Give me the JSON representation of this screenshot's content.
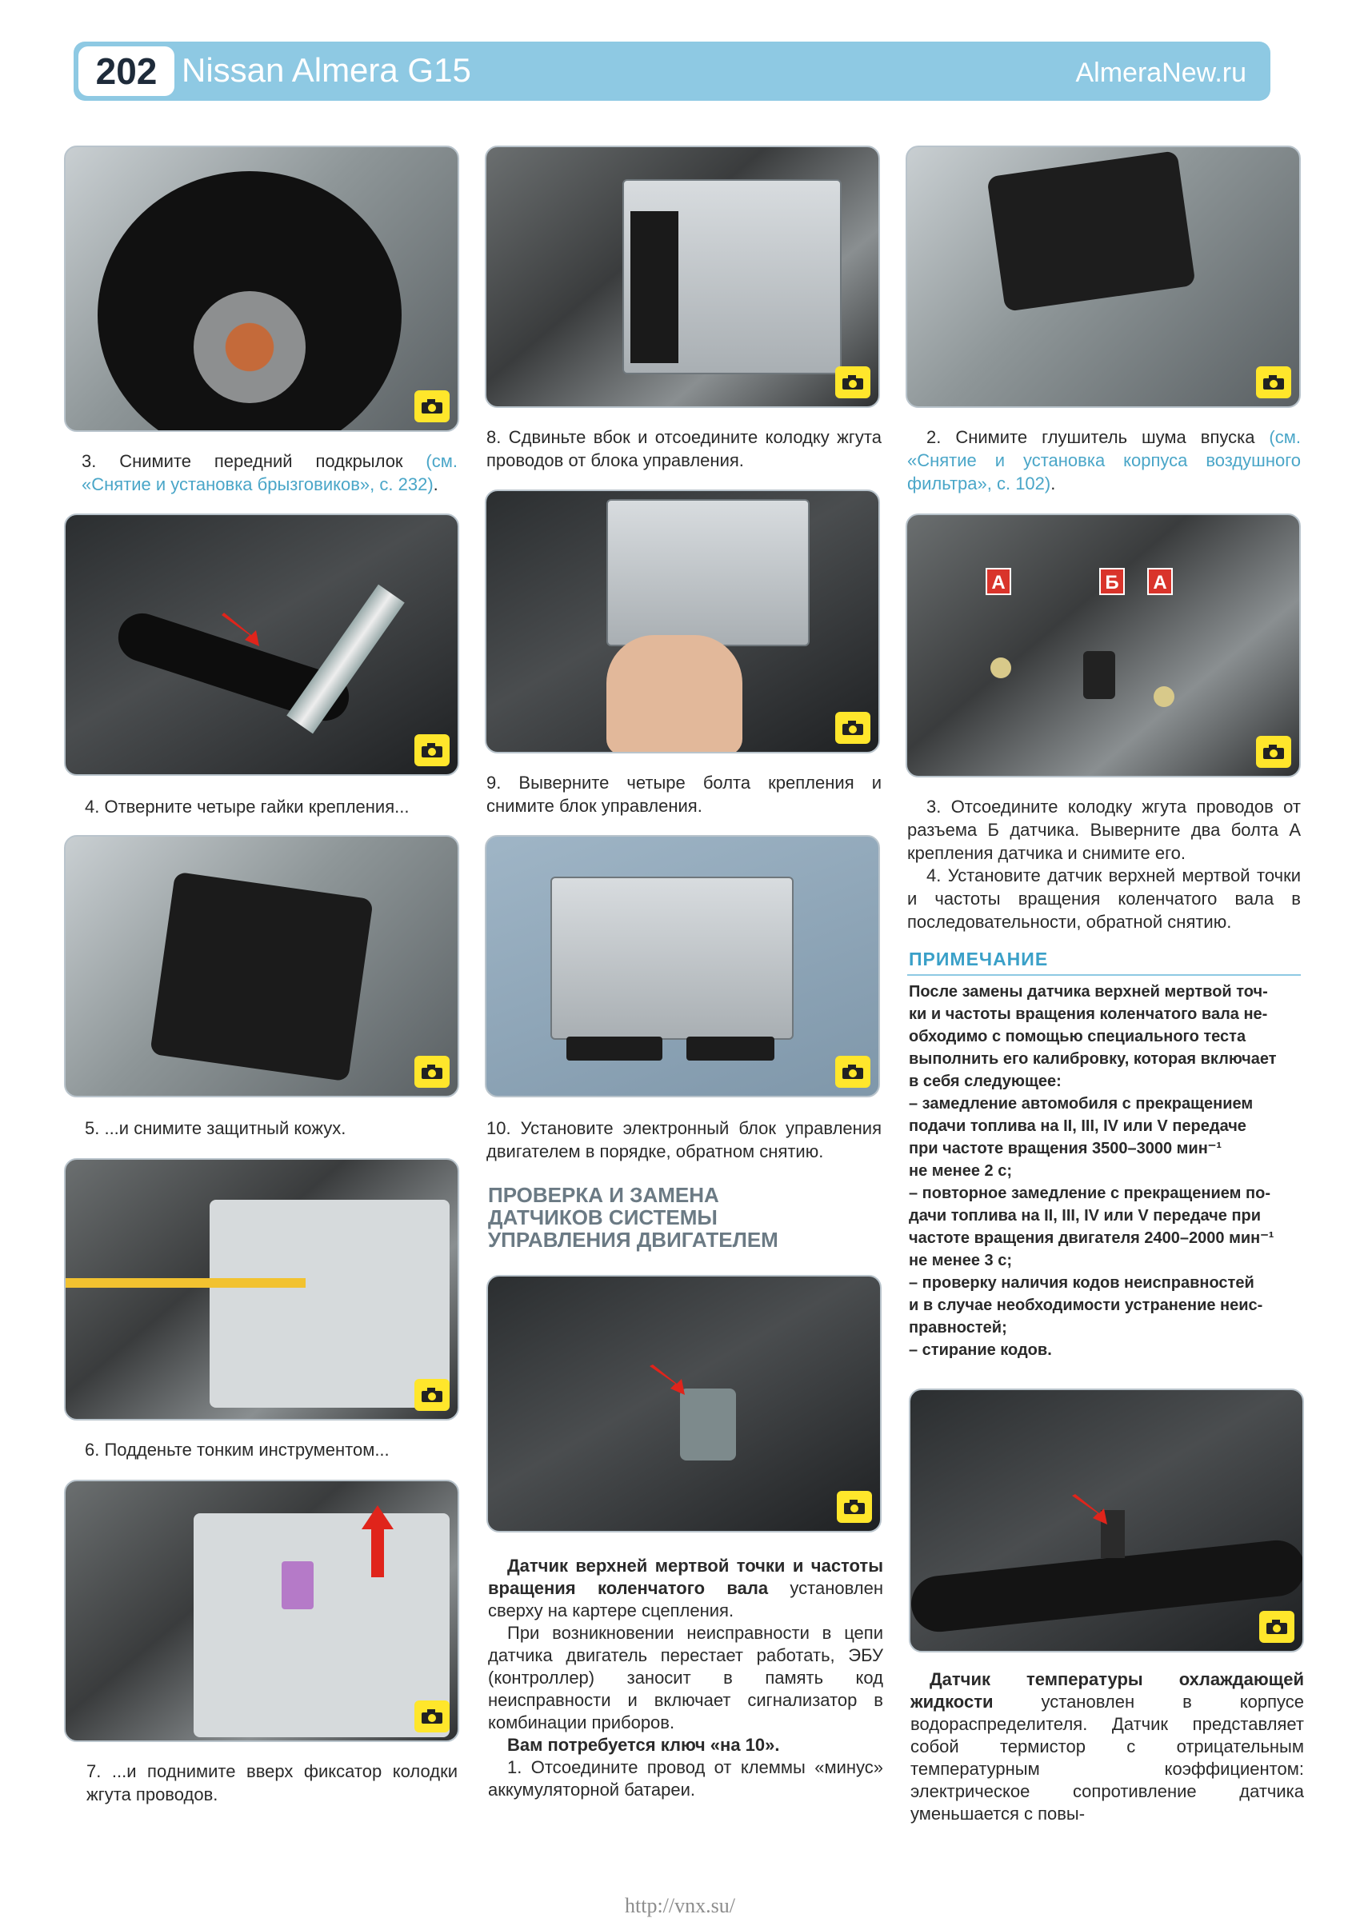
{
  "header": {
    "page_number": "202",
    "book_title": "Nissan Almera G15",
    "site": "AlmeraNew.ru"
  },
  "captions": {
    "c3": {
      "text": "3. Снимите передний подкрылок ",
      "ref": "(см. «Снятие и установка брызговиков», с. 232)",
      "end": "."
    },
    "c4": "4. Отверните четыре гайки крепления...",
    "c5": "5. ...и снимите защитный кожух.",
    "c6": "6. Подденьте тонким инструментом...",
    "c7": "7. ...и поднимите вверх фиксатор колодки жгута проводов.",
    "c8": "8. Сдвиньте вбок и отсоедините колодку жгута проводов от блока управления.",
    "c9": "9. Выверните четыре болта крепления и снимите блок управления.",
    "c10": "10. Установите электронный блок управления двигателем в порядке, обратном снятию.",
    "r2": {
      "text": "2. Снимите глушитель шума впуска ",
      "ref": "(см. «Снятие и установка корпуса воздушного фильтра», с. 102)",
      "end": "."
    },
    "r3": "3. Отсоедините колодку жгута проводов от разъема Б датчика. Выверните два болта А крепления датчика и снимите его.",
    "r4": "4. Установите датчик верхней мертвой точки и частоты вращения коленчатого вала в последовательности, обратной снятию."
  },
  "photo_tags": {
    "a1": "А",
    "b": "Б",
    "a2": "А"
  },
  "note": {
    "title": "ПРИМЕЧАНИЕ",
    "lines": [
      "После замены датчика верхней мертвой точ-",
      "ки и частоты вращения коленчатого вала не-",
      "обходимо с помощью специального теста",
      "выполнить его калибровку, которая включает",
      "в себя следующее:",
      "– замедление автомобиля с прекращением",
      "подачи топлива на II, III, IV или V передаче",
      "при частоте вращения 3500–3000 мин⁻¹",
      "не менее 2 с;",
      "– повторное замедление с прекращением по-",
      "дачи топлива на II, III, IV или V передаче при",
      "частоте вращения двигателя 2400–2000 мин⁻¹",
      "не менее 3 с;",
      "– проверку наличия кодов неисправностей",
      "и в случае необходимости устранение неис-",
      "правностей;",
      "– стирание кодов."
    ]
  },
  "section": {
    "title_lines": [
      "ПРОВЕРКА И ЗАМЕНА",
      "ДАТЧИКОВ СИСТЕМЫ",
      "УПРАВЛЕНИЯ ДВИГАТЕЛЕМ"
    ],
    "sensor_bold": "Датчик верхней мертвой точки и частоты вращения коленчатого вала",
    "sensor_rest": " установлен сверху на картере сцепления.",
    "fault_para": "При возникновении неисправности в цепи датчика двигатель перестает работать, ЭБУ (контроллер) заносит в память код неисправности и включает сигнализатор в комбинации приборов.",
    "tool": "Вам потребуется ключ «на 10».",
    "step1": "1. Отсоедините провод от клеммы «минус» аккумуляторной батареи."
  },
  "coolant": {
    "bold": "Датчик температуры охлаждающей жидкости",
    "rest": " установлен в корпусе водораспределителя. Датчик представляет собой термистор с отрицательным температурным коэффициентом: электрическое сопротивление датчика уменьшается с повы-"
  },
  "footer": "http://vnx.su/"
}
